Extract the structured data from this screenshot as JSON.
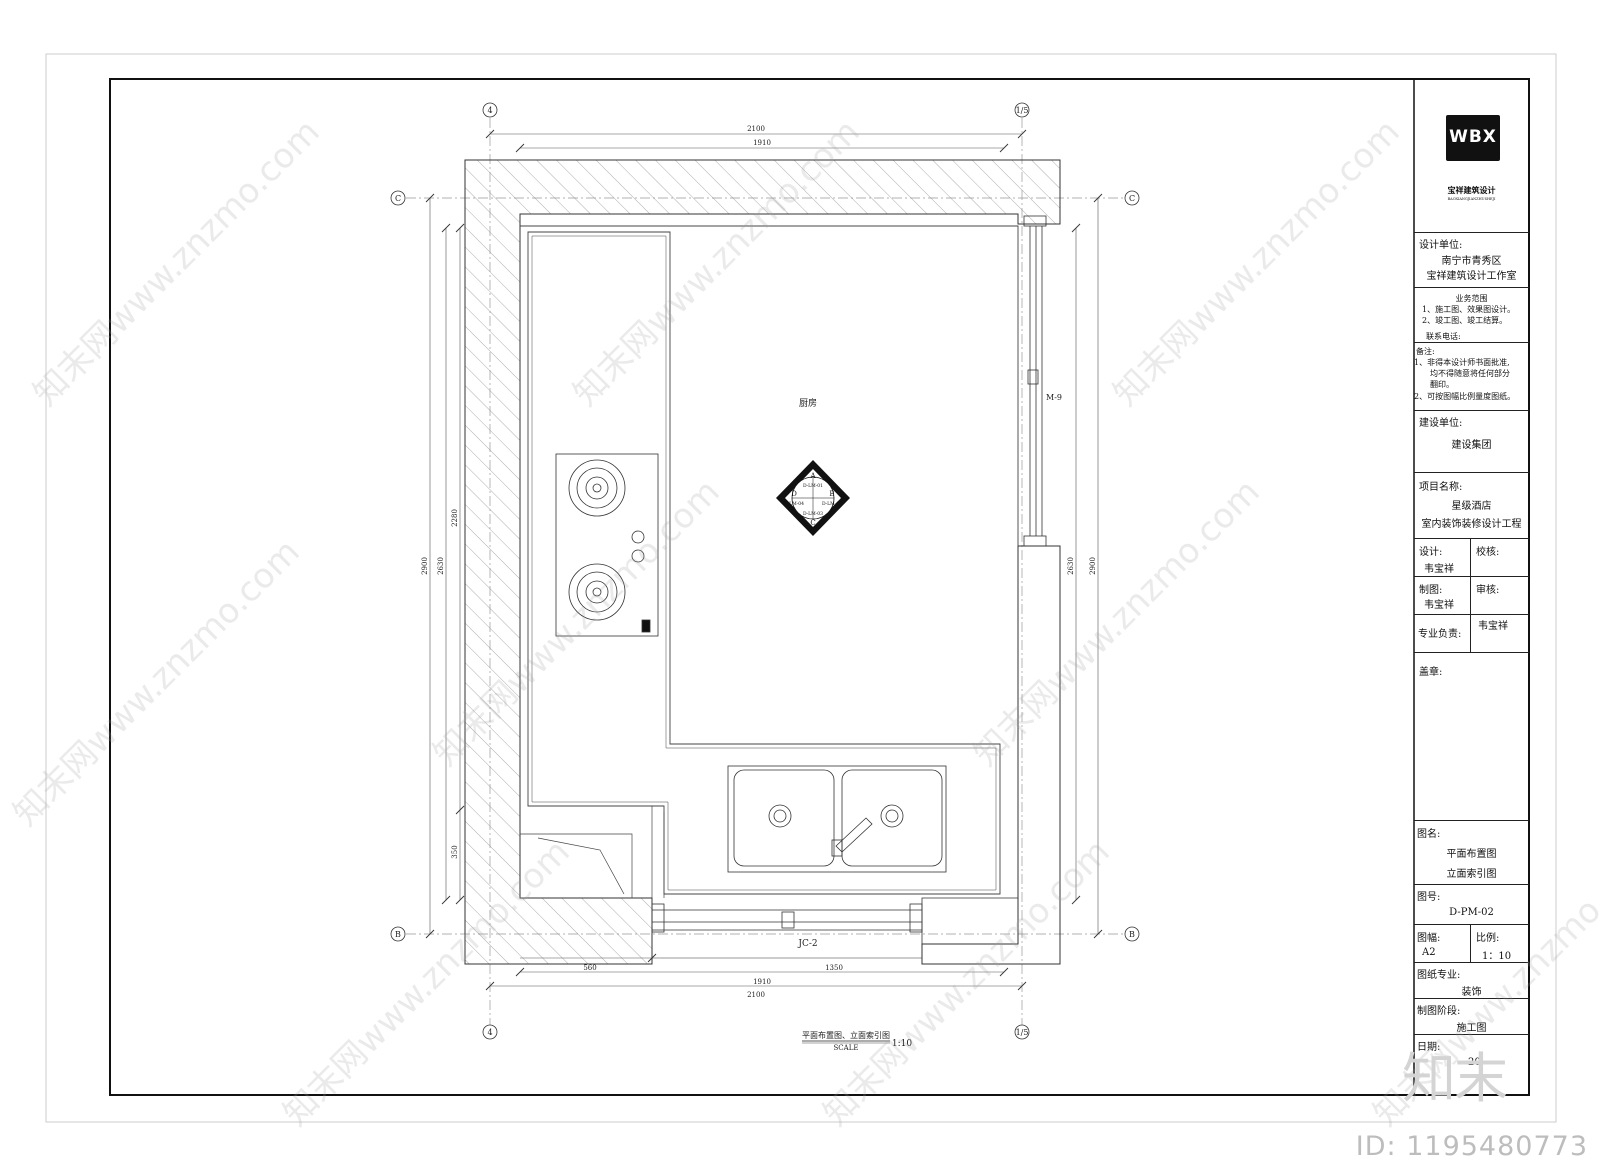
{
  "plan": {
    "room_label": "厨房",
    "door_label": "M-9",
    "window_label": "JC-2",
    "axis_top_left": "4",
    "axis_top_right": "1/5",
    "axis_bottom_left": "4",
    "axis_bottom_right": "1/5",
    "axis_left_top": "C",
    "axis_right_top": "C",
    "axis_left_bottom": "B",
    "axis_right_bottom": "B",
    "dim_top_outer": "2100",
    "dim_top_inner": "1910",
    "dim_bottom_a": "560",
    "dim_bottom_b": "1350",
    "dim_bottom_inner": "1910",
    "dim_bottom_outer": "2100",
    "dim_left_outer": "2900",
    "dim_left_mid": "2630",
    "dim_left_upper": "2280",
    "dim_left_lower": "350",
    "dim_right_inner": "2630",
    "dim_right_outer": "2900",
    "index": {
      "a": "A",
      "a_ref": "D-LM-01",
      "b": "B",
      "b_ref": "D-LM-02",
      "c": "C",
      "c_ref": "D-LM-03",
      "d": "D",
      "d_ref": "D-LM-04"
    },
    "caption": "平面布置图、立面索引图",
    "scale_word": "SCALE",
    "scale_value": "1:10"
  },
  "titleblock": {
    "logo_text": "WBX",
    "company_cn": "宝祥建筑设计",
    "company_py": "BAOXIANGJIANZHUSHEJI",
    "design_unit_label": "设计单位:",
    "design_unit_1": "南宁市青秀区",
    "design_unit_2": "宝祥建筑设计工作室",
    "biz_title": "业务范围",
    "biz_1": "1、施工图、效果图设计。",
    "biz_2": "2、竣工图、竣工结算。",
    "phone_label": "联系电话:",
    "notes_label": "备注:",
    "note_1a": "1、非得本设计师书面批准,",
    "note_1b": "均不得随意将任何部分",
    "note_1c": "翻印。",
    "note_2": "2、可按图幅比例量度图纸。",
    "client_label": "建设单位:",
    "client": "建设集团",
    "project_label": "项目名称:",
    "project_1": "星级酒店",
    "project_2": "室内装饰装修设计工程",
    "design_label": "设计:",
    "design_name": "韦宝祥",
    "check_label": "校核:",
    "draw_label": "制图:",
    "draw_name": "韦宝祥",
    "review_label": "审核:",
    "lead_label": "专业负责:",
    "lead_name": "韦宝祥",
    "seal_label": "盖章:",
    "title_label": "图名:",
    "title_1": "平面布置图",
    "title_2": "立面索引图",
    "number_label": "图号:",
    "number": "D-PM-02",
    "size_label": "图幅:",
    "size": "A2",
    "scale_label": "比例:",
    "scale": "1：10",
    "discipline_label": "图纸专业:",
    "discipline": "装饰",
    "stage_label": "制图阶段:",
    "stage": "施工图",
    "date_label": "日期:",
    "date": "20"
  },
  "watermark": {
    "text": "知末网www.znzmo.com",
    "logo": "知末",
    "id": "ID: 1195480773"
  }
}
